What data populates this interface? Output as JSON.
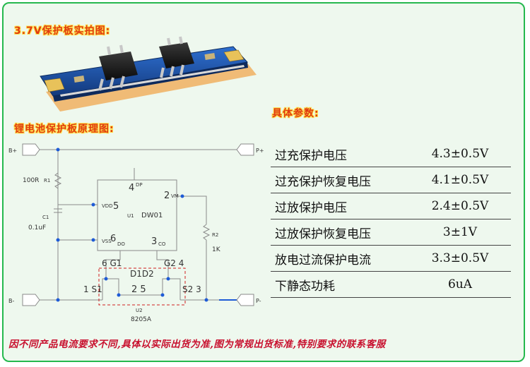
{
  "headings": {
    "photo": "3.7V保护板实拍图:",
    "schematic": "锂电池保护板原理图:",
    "params": "具体参数:"
  },
  "schematic": {
    "b_plus": "B+",
    "b_minus": "B-",
    "p_plus": "P+",
    "p_minus": "P-",
    "r1_value": "100R",
    "r1_ref": "R1",
    "c1_ref": "C1",
    "c1_value": "0.1uF",
    "ic_ref": "U1",
    "ic_name": "DW01",
    "pin4_num": "4",
    "pin4_name": "DP",
    "pin2_num": "2",
    "pin2_name": "VM",
    "pin5_name": "VDD",
    "pin5_num": "5",
    "pin6_name": "VSS",
    "pin6_num": "6",
    "pin1_name": "DO",
    "pin3_num": "3",
    "pin3_name": "CO",
    "r2_ref": "R2",
    "r2_value": "1K",
    "mos_g1": "6 G1",
    "mos_g2": "G2 4",
    "mos_d": "D1D2",
    "mos_d_pins": "2 5",
    "mos_s1": "1 S1",
    "mos_s2": "S2 3",
    "mos_ref": "U2",
    "mos_name": "8205A"
  },
  "params": [
    {
      "name": "过充保护电压",
      "value": "4.3±0.5V"
    },
    {
      "name": "过充保护恢复电压",
      "value": "4.1±0.5V"
    },
    {
      "name": "过放保护电压",
      "value": "2.4±0.5V"
    },
    {
      "name": "过放保护恢复电压",
      "value": "3±1V"
    },
    {
      "name": "放电过流保护电流",
      "value": "3.3±0.5V"
    },
    {
      "name": "下静态功耗",
      "value": "6uA"
    }
  ],
  "note": "因不同产品电流要求不同,具体以实际出货为准,图为常规出货标准,特别要求的联系客服",
  "colors": {
    "frame_border": "#25b84e",
    "frame_bg": "#eef8ee",
    "heading": "#e03a10",
    "note": "#c8102e",
    "pcb": "#1c4fa3",
    "wire": "#8a8a8a",
    "dot": "#1e5bd6",
    "mos_box": "#d02020"
  }
}
